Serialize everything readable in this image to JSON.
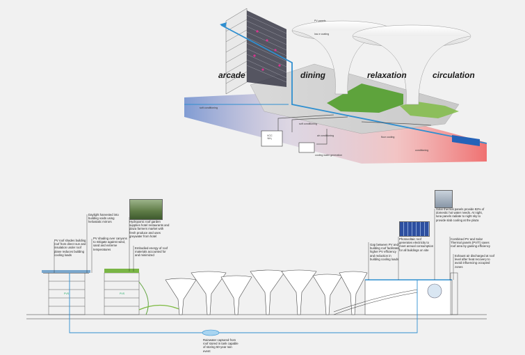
{
  "upper_diagram": {
    "zones": [
      "arcade",
      "dining",
      "relaxation",
      "circulation"
    ],
    "callouts": {
      "pv_panels": "PV panels",
      "low_e_coating": "low-e coating",
      "soft_conditioning": "soft conditioning",
      "soft_conditioning_2": "soft conditioning",
      "air_conditioning": "air conditioning",
      "floor_cooling": "floor cooling",
      "vcc_line1": "VCC",
      "vcc_line2": "NH₃",
      "cooling_water": "cooling water generation",
      "conditioning": "conditioning"
    }
  },
  "lower_diagram": {
    "annotations": {
      "pv_roof_shades": "PV roof shades building roof from direct sun and insulation under roof plane reduces building cooling loads",
      "daylight": "Daylight harvested into building voids using heliostatic mirrors",
      "pv_shading_canyons": "PV shading over canyons to mitigate against wind, sand and extreme temperatures",
      "hydroponic": "Hydroponic roof garden supplies hotel restaurants and plaza farmers market with fresh produce and uses greywater from hotel",
      "embodied_energy": "Embodied energy of roof materials accounted for and minimized",
      "gap_pv": "Gap between PV and building roof facilitates higher PV efficiency and reduction in building cooling loads",
      "photovoltaic_roof": "Photovoltaic roof generates electricity to meet annual consumption for all buildings on site",
      "solar_thermal": "Solar thermal panels provide 82% of domestic hot water needs. At night, luna panels radiate to night sky to provide slab cooling at the plaza",
      "combined_pvt": "Combined PV and Solar Thermal panels (PV/T) saves roof area by gaining efficiency",
      "exhaust_air": "Exhaust air discharged at roof level after heat recovery to avoid influencing occupied zones",
      "rainwater": "Rainwater captured from roof stored in tank capable of storing 50-year rain event"
    },
    "small_labels": [
      "PVS",
      "PVS"
    ]
  },
  "colors": {
    "background": "#f1f1f1",
    "blue_line": "#2f8fd0",
    "warm_gradient": "#ef6a6a",
    "cool_gradient": "#5a7fc9",
    "green_lawn": "#5ea33c"
  }
}
